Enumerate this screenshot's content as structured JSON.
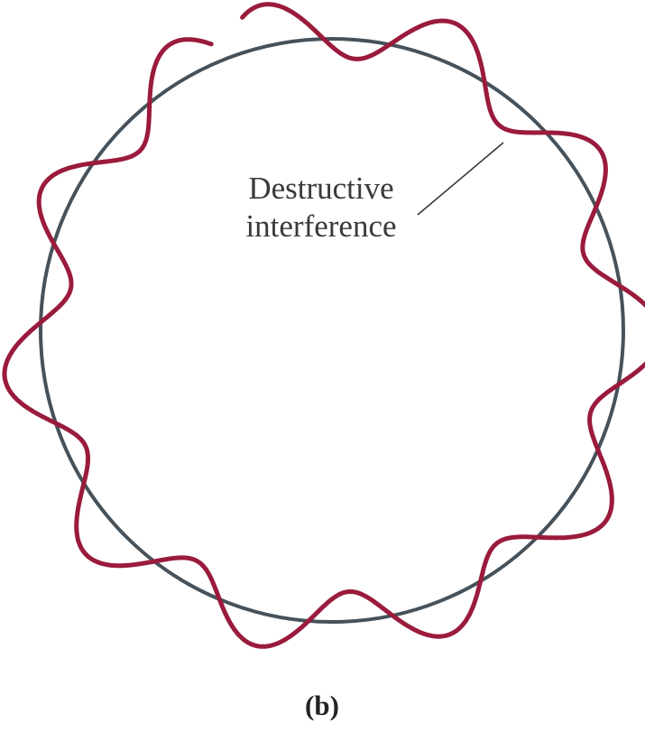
{
  "annotation": {
    "line1": "Destructive",
    "line2": "interference"
  },
  "panel_label": "(b)",
  "colors": {
    "circle": "#46525b",
    "wave": "#9a1b3c",
    "leader_line": "#333333",
    "text": "#3a3a3a"
  }
}
